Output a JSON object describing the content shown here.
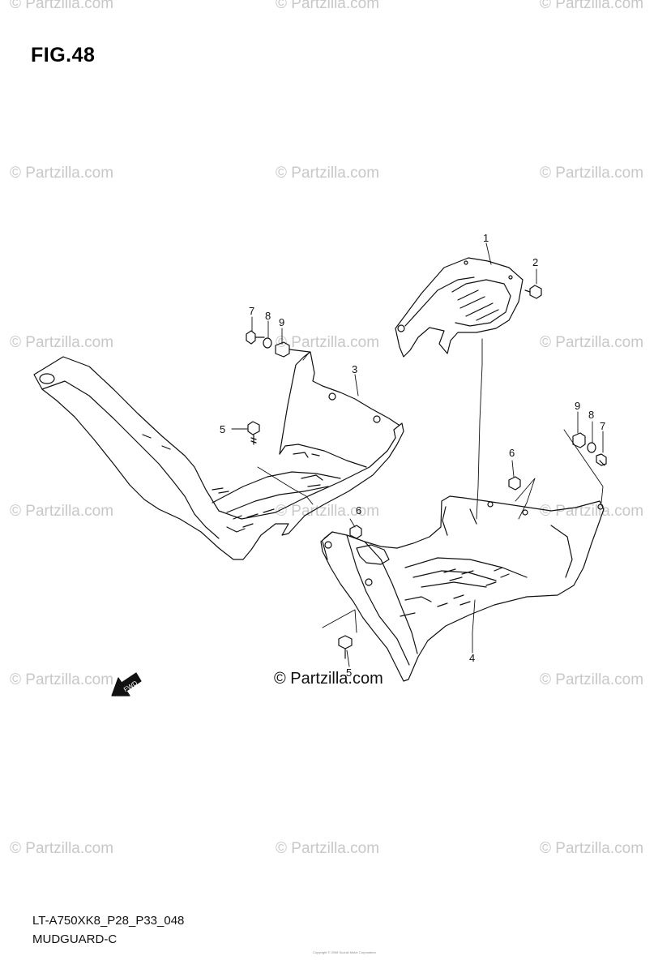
{
  "figure_title": "FIG.48",
  "watermark_text": "© Partzilla.com",
  "credit_text": "© Partzilla.com",
  "footer": {
    "model_code": "LT-A750XK8_P28_P33_048",
    "section_name": "MUDGUARD-C",
    "fine_print": "Copyright © 2008 Suzuki Motor Corporation"
  },
  "forward_arrow_label": "FWD",
  "callouts": {
    "c1": "1",
    "c2": "2",
    "c3": "3",
    "c4": "4",
    "c5a": "5",
    "c5b": "5",
    "c6a": "6",
    "c6b": "6",
    "c7a": "7",
    "c7b": "7",
    "c8a": "8",
    "c8b": "8",
    "c9a": "9",
    "c9b": "9"
  },
  "colors": {
    "line": "#111111",
    "watermark": "#c8c8c8",
    "background": "#ffffff"
  }
}
